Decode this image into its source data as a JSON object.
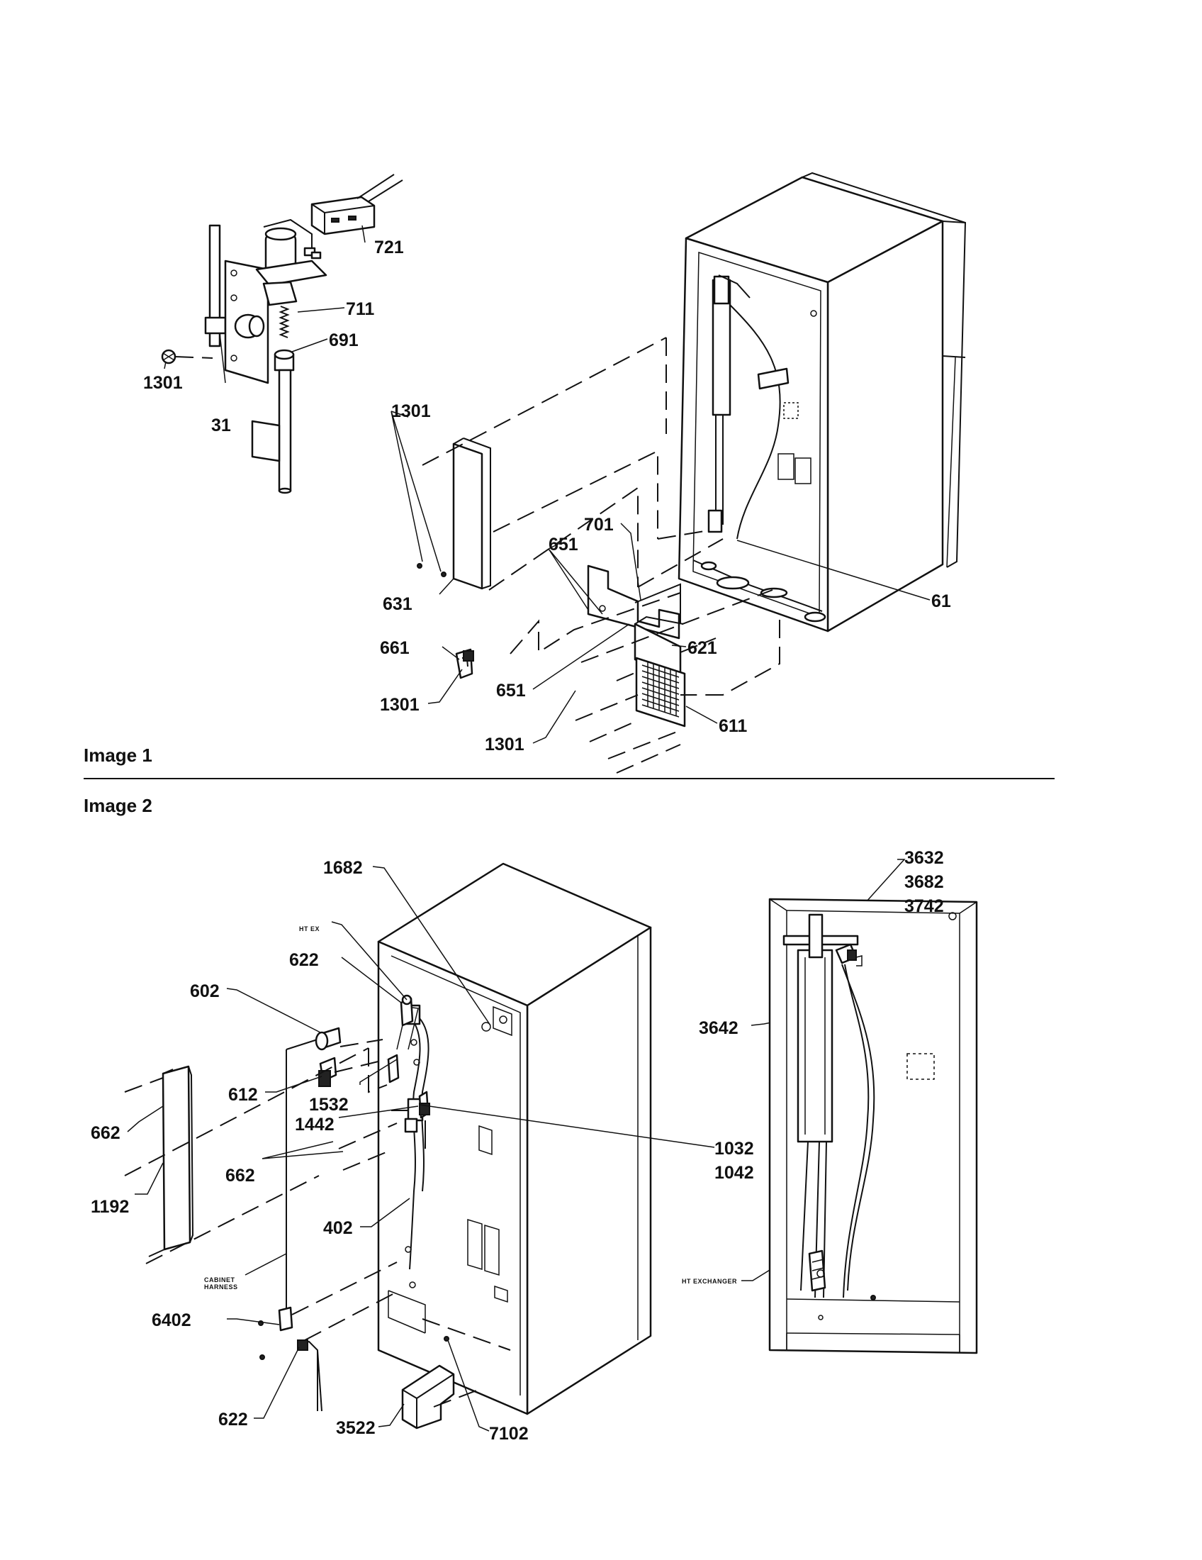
{
  "sections": {
    "image1": "Image 1",
    "image2": "Image 2"
  },
  "image1": {
    "labels": {
      "l721": "721",
      "l711": "711",
      "l691": "691",
      "l1301a": "1301",
      "l31": "31",
      "l1301b": "1301",
      "l631": "631",
      "l651a": "651",
      "l701": "701",
      "l61": "61",
      "l621": "621",
      "l661": "661",
      "l1301c": "1301",
      "l651b": "651",
      "l611": "611",
      "l1301d": "1301"
    }
  },
  "image2": {
    "labels": {
      "l1682": "1682",
      "htex": "HT EX",
      "l622a": "622",
      "l602": "602",
      "l612": "612",
      "l1532": "1532",
      "l1442": "1442",
      "l662a": "662",
      "l662b": "662",
      "l1192": "1192",
      "l402": "402",
      "harness1": "CABINET",
      "harness2": "HARNESS",
      "l6402": "6402",
      "l622b": "622",
      "l3522": "3522",
      "l7102": "7102",
      "l1032": "1032",
      "l1042": "1042",
      "l3632": "3632",
      "l3682": "3682",
      "l3742": "3742",
      "l3642": "3642",
      "htexch": "HT EXCHANGER"
    }
  }
}
